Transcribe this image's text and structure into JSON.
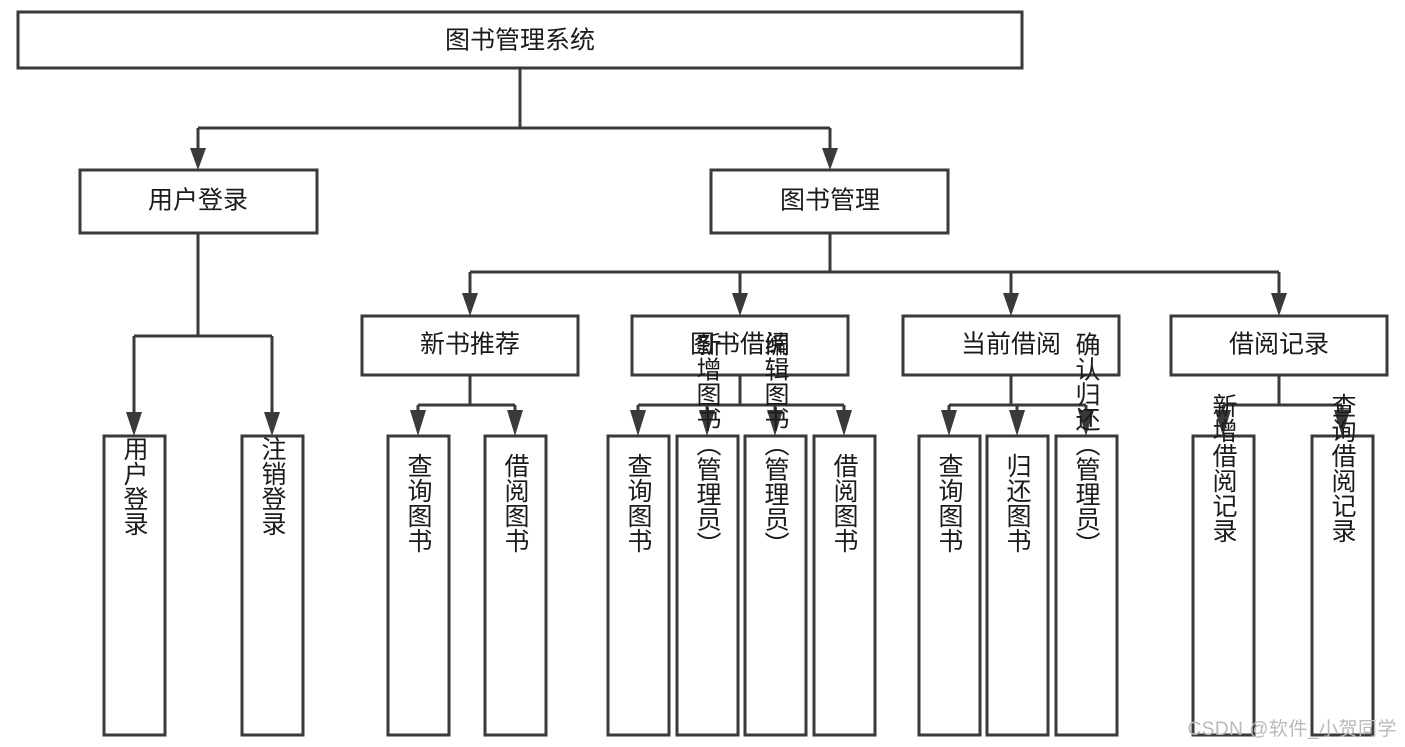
{
  "diagram": {
    "title": "图书管理系统",
    "type": "tree-hierarchy",
    "colors": {
      "stroke": "#3a3a3a",
      "fill": "#ffffff",
      "text": "#1b1b1b",
      "watermark": "#b9b9b9",
      "background": "#ffffff"
    },
    "root": {
      "label": "图书管理系统"
    },
    "level2": [
      {
        "label": "用户登录"
      },
      {
        "label": "图书管理"
      }
    ],
    "level3": [
      {
        "label": "新书推荐"
      },
      {
        "label": "图书借阅"
      },
      {
        "label": "当前借阅"
      },
      {
        "label": "借阅记录"
      }
    ],
    "leaves": {
      "user_login": [
        {
          "label": "用户登录"
        },
        {
          "label": "注销登录"
        }
      ],
      "new_book_recommend": [
        {
          "label": "查询图书"
        },
        {
          "label": "借阅图书"
        }
      ],
      "book_borrow": [
        {
          "label": "查询图书"
        },
        {
          "label": "新增图书（管理员）"
        },
        {
          "label": "编辑图书（管理员）"
        },
        {
          "label": "借阅图书"
        }
      ],
      "current_borrow": [
        {
          "label": "查询图书"
        },
        {
          "label": "归还图书"
        },
        {
          "label": "确认归还（管理员）"
        }
      ],
      "borrow_record": [
        {
          "label": "新增借阅记录"
        },
        {
          "label": "查询借阅记录"
        }
      ]
    }
  },
  "watermark": {
    "text": "CSDN @软件_小贺同学"
  }
}
